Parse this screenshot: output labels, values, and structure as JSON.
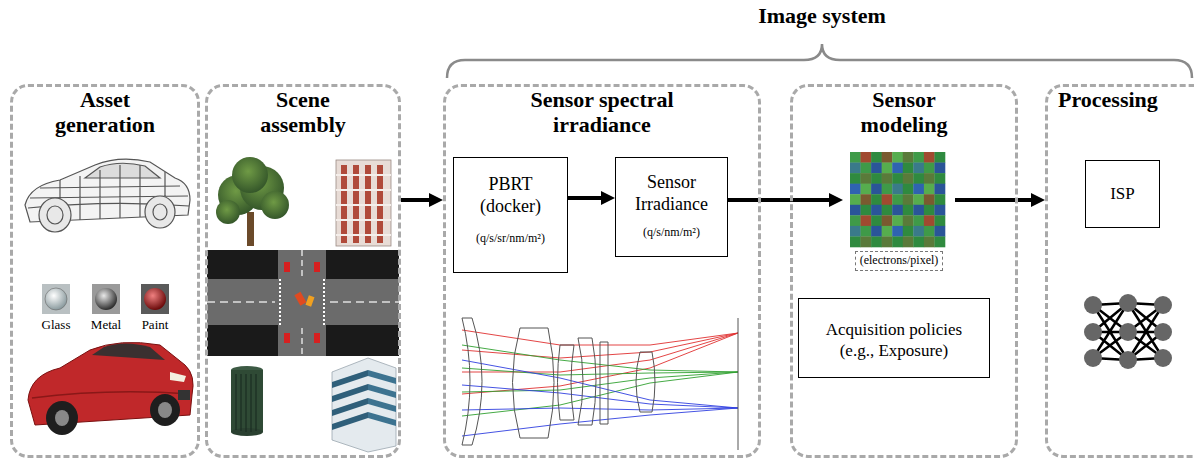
{
  "diagram": {
    "nodes": [
      {
        "text": [
          "Asset generation"
        ]
      },
      {
        "text": [
          "Scene assembly"
        ]
      },
      {
        "text": [
          "Sensor spectral irradiance"
        ]
      },
      {
        "text": [
          "PBRT (docker)",
          "(q/s/sr/nm/m²)"
        ],
        "in": 2
      },
      {
        "text": [
          "Sensor Irradiance",
          "(q/s/nm/m²)"
        ],
        "in": 2
      },
      {
        "text": [
          "Sensor modeling"
        ]
      },
      {
        "text": [
          "(electrons/pixel)"
        ],
        "in": 5
      },
      {
        "text": [
          "Acquisition policies",
          "(e.g., Exposure)"
        ],
        "in": 5
      },
      {
        "text": [
          "Processing"
        ]
      },
      {
        "text": [
          "ISP"
        ],
        "in": 8
      }
    ],
    "edges": [
      {
        "from": 1,
        "to": 2,
        "arrow": "to"
      },
      {
        "from": 3,
        "to": 4,
        "arrow": "to"
      },
      {
        "from": 4,
        "to": 6,
        "arrow": "to"
      },
      {
        "from": 6,
        "to": 8,
        "arrow": "to"
      }
    ],
    "labels": [
      "Image system",
      "Glass",
      "Metal",
      "Paint"
    ]
  }
}
